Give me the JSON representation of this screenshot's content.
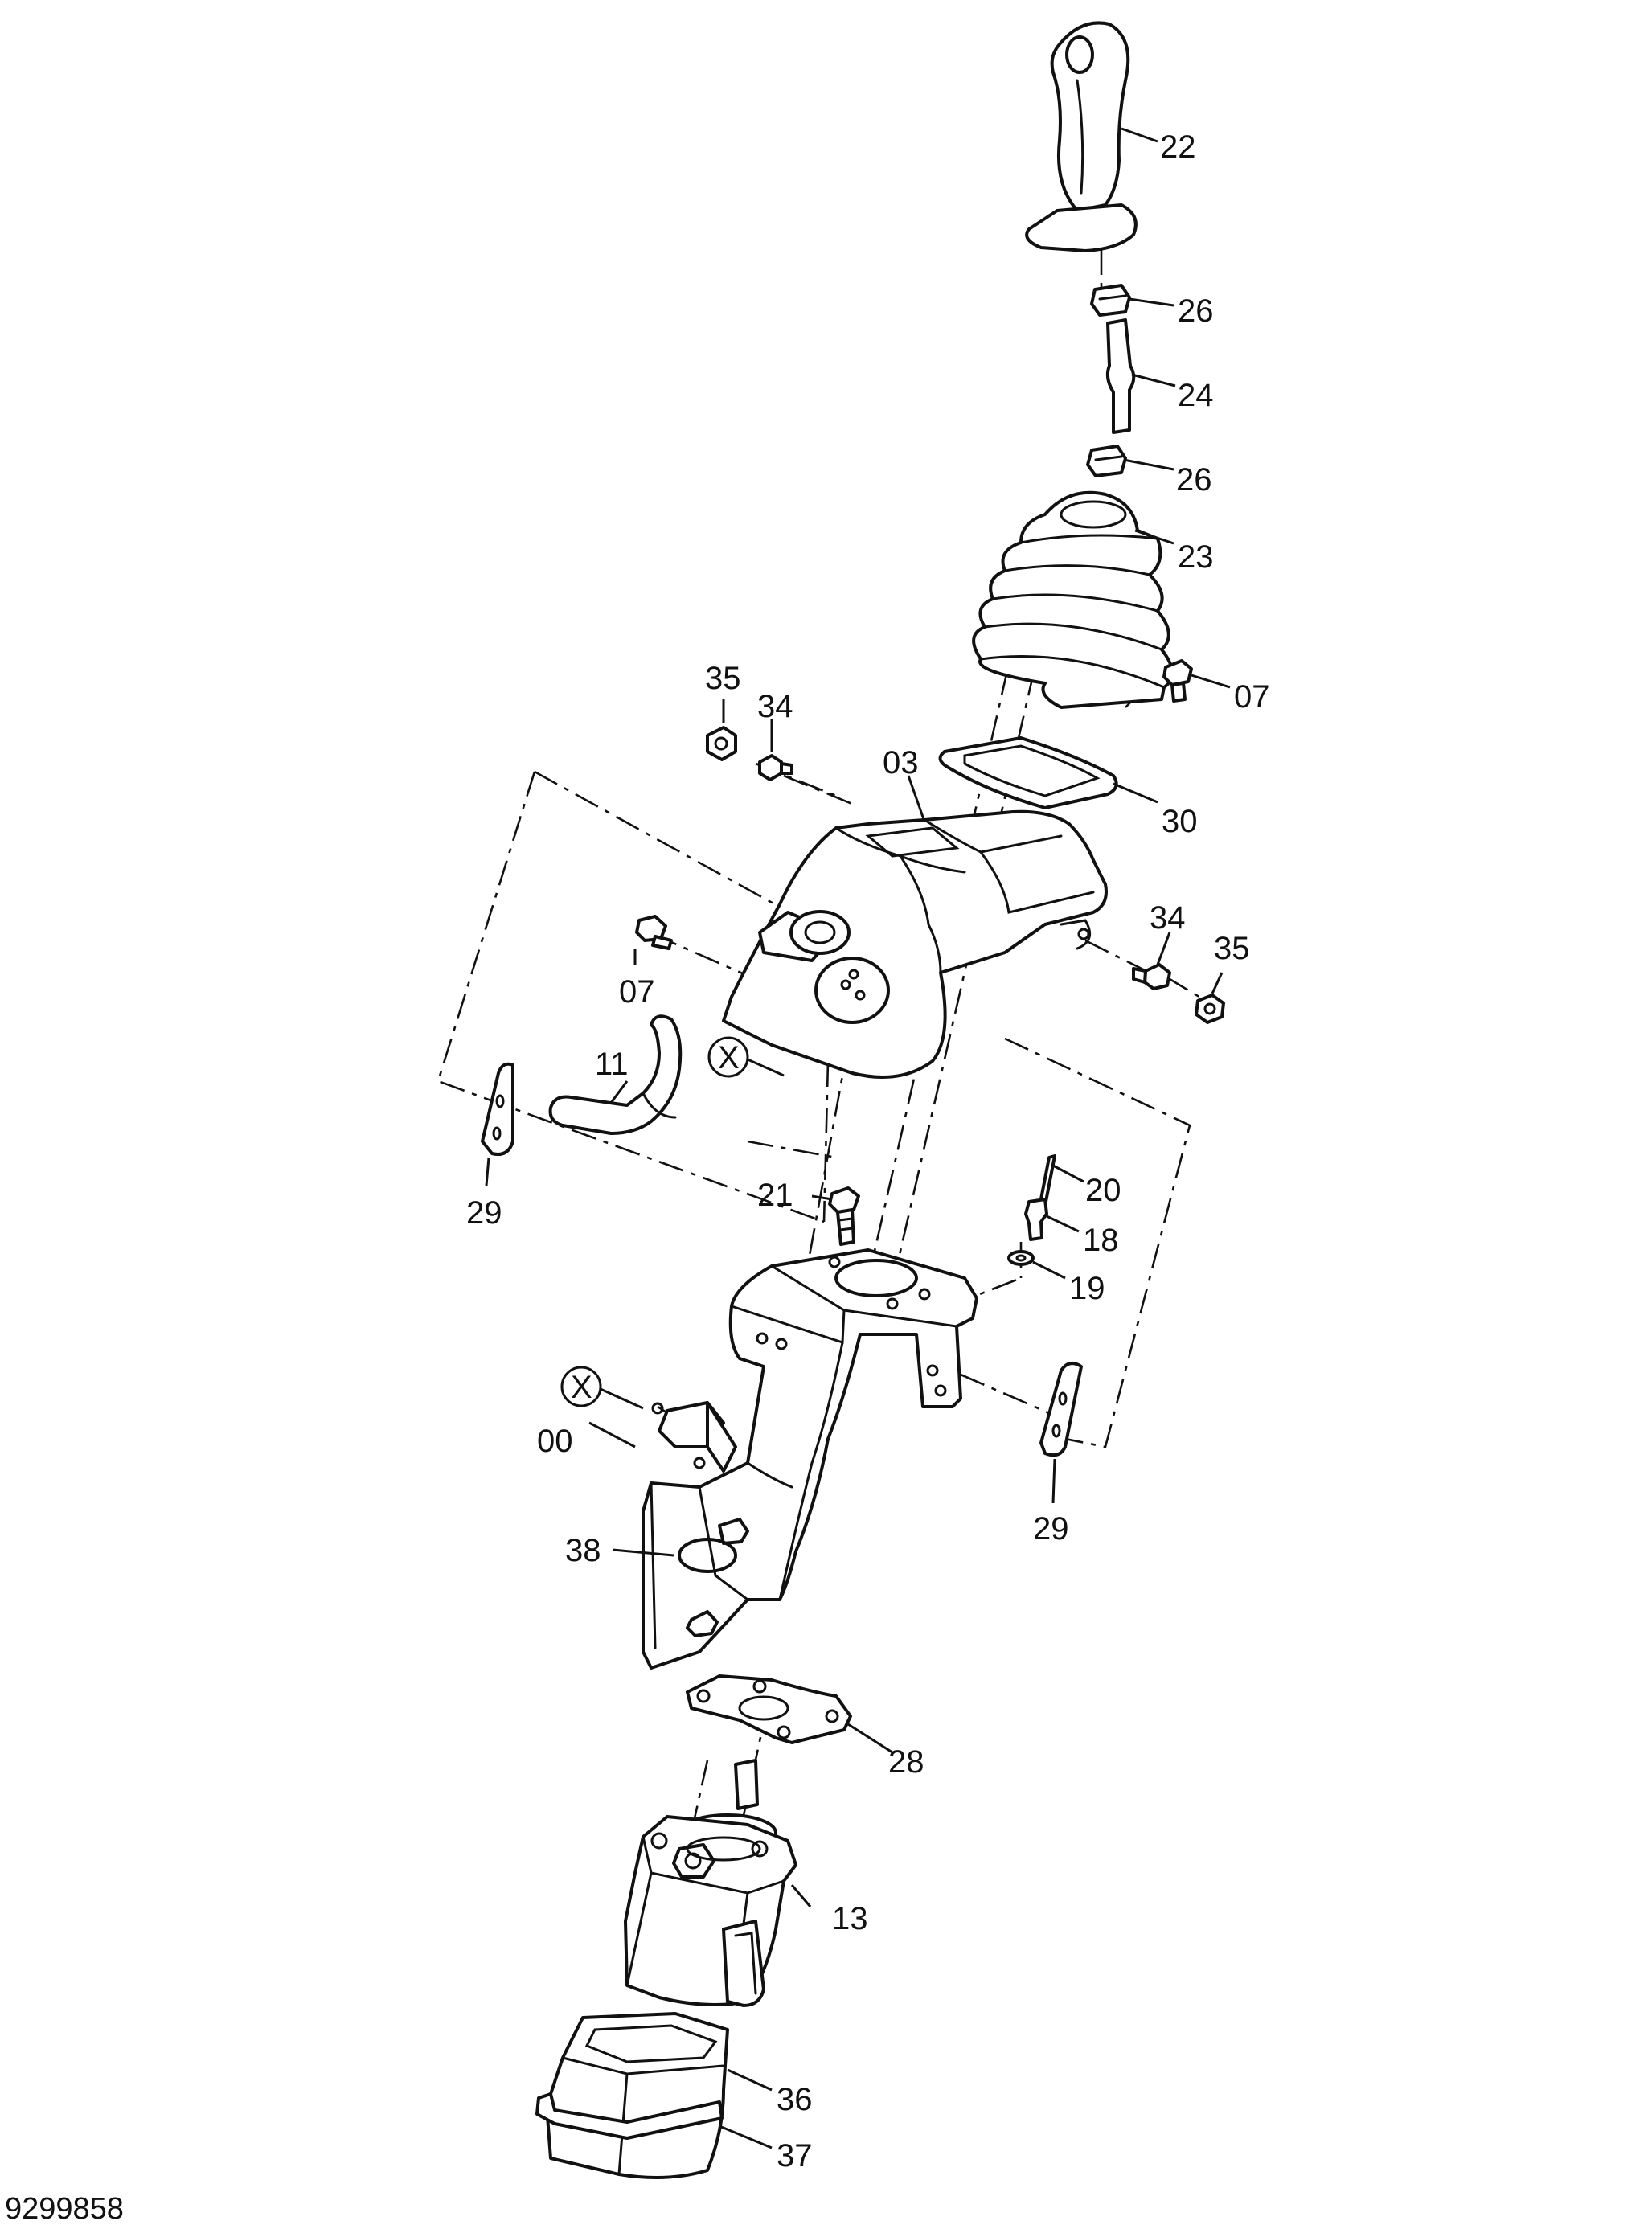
{
  "figure_id": "9299858",
  "callouts": [
    {
      "id": "22",
      "text": "22"
    },
    {
      "id": "26a",
      "text": "26"
    },
    {
      "id": "24",
      "text": "24"
    },
    {
      "id": "26b",
      "text": "26"
    },
    {
      "id": "23",
      "text": "23"
    },
    {
      "id": "07a",
      "text": "07"
    },
    {
      "id": "35a",
      "text": "35"
    },
    {
      "id": "34a",
      "text": "34"
    },
    {
      "id": "03",
      "text": "03"
    },
    {
      "id": "30",
      "text": "30"
    },
    {
      "id": "34b",
      "text": "34"
    },
    {
      "id": "35b",
      "text": "35"
    },
    {
      "id": "07b",
      "text": "07"
    },
    {
      "id": "x1",
      "text": "X"
    },
    {
      "id": "11",
      "text": "11"
    },
    {
      "id": "29a",
      "text": "29"
    },
    {
      "id": "20",
      "text": "20"
    },
    {
      "id": "21",
      "text": "21"
    },
    {
      "id": "18",
      "text": "18"
    },
    {
      "id": "19",
      "text": "19"
    },
    {
      "id": "x2",
      "text": "X"
    },
    {
      "id": "00",
      "text": "00"
    },
    {
      "id": "29b",
      "text": "29"
    },
    {
      "id": "38",
      "text": "38"
    },
    {
      "id": "28",
      "text": "28"
    },
    {
      "id": "13",
      "text": "13"
    },
    {
      "id": "36",
      "text": "36"
    },
    {
      "id": "37",
      "text": "37"
    }
  ]
}
